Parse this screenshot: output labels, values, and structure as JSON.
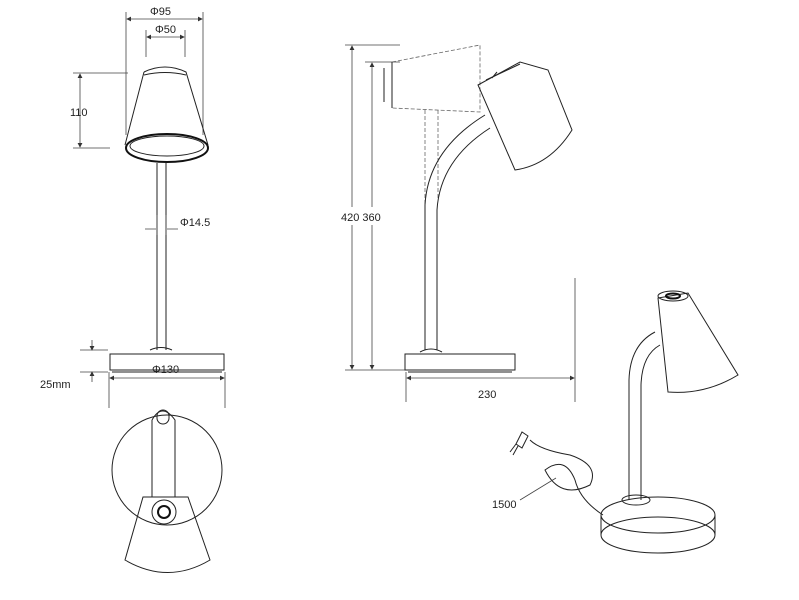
{
  "dimensions": {
    "shade_outer_diameter": "Φ95",
    "shade_inner_diameter": "Φ50",
    "shade_height": "110",
    "stem_diameter": "Φ14.5",
    "base_height": "25mm",
    "base_diameter": "Φ130",
    "total_height": "420 360",
    "depth": "230",
    "cable_length": "1500"
  },
  "views": [
    "front-view",
    "top-view",
    "side-view",
    "perspective-view"
  ],
  "line_color": "#222222"
}
